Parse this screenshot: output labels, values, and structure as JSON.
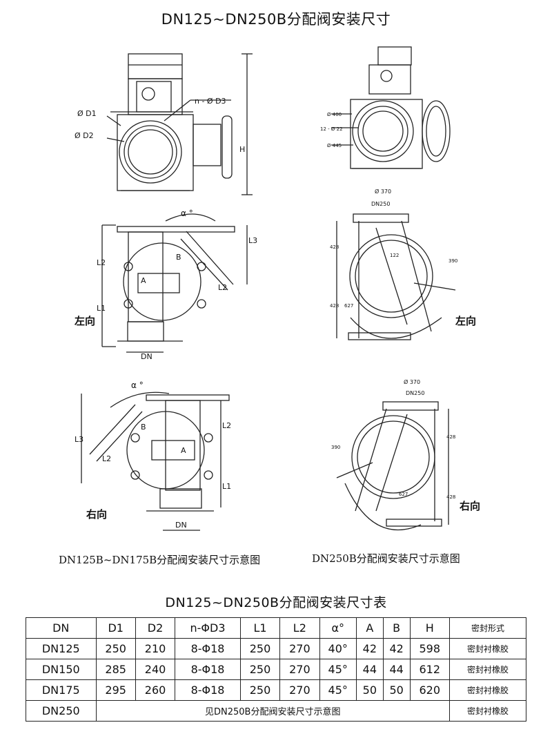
{
  "document": {
    "title": "DN125~DN250B分配阀安装尺寸",
    "caption_left": "DN125B~DN175B分配阀安装尺寸示意图",
    "caption_right": "DN250B分配阀安装尺寸示意图",
    "labels": {
      "left_dir_1": "左向",
      "left_dir_2": "左向",
      "right_dir_1": "右向",
      "right_dir_2": "右向",
      "phi_d1": "Ø D1",
      "phi_d2": "Ø D2",
      "n_d3": "n - Ø D3",
      "H": "H",
      "alpha_1": "α °",
      "alpha_2": "α °",
      "L1a": "L1",
      "L2a": "L2",
      "L3a": "L3",
      "L1b": "L1",
      "L2b": "L2",
      "L3b": "L3",
      "A": "A",
      "B": "B",
      "DN_a": "DN",
      "DN_b": "DN",
      "phi400": "Ø 400",
      "bolts": "12 - Ø 22",
      "phi445": "Ø 445",
      "phi370_a": "Ø 370",
      "dn250_a": "DN250",
      "phi370_b": "Ø 370",
      "dn250_b": "DN250",
      "d428_1": "428",
      "d428_2": "428",
      "d627_1": "627",
      "d122": "122",
      "d390_1": "390",
      "d390_2": "390",
      "d428_3": "428",
      "d428_4": "428",
      "d627_2": "627"
    }
  },
  "table": {
    "title": "DN125~DN250B分配阀安装尺寸表",
    "headers": [
      "DN",
      "D1",
      "D2",
      "n-ΦD3",
      "L1",
      "L2",
      "α°",
      "A",
      "B",
      "H",
      "密封形式"
    ],
    "rows": [
      [
        "DN125",
        "250",
        "210",
        "8-Φ18",
        "250",
        "270",
        "40°",
        "42",
        "42",
        "598",
        "密封衬橡胶"
      ],
      [
        "DN150",
        "285",
        "240",
        "8-Φ18",
        "250",
        "270",
        "45°",
        "44",
        "44",
        "612",
        "密封衬橡胶"
      ],
      [
        "DN175",
        "295",
        "260",
        "8-Φ18",
        "250",
        "270",
        "45°",
        "50",
        "50",
        "620",
        "密封衬橡胶"
      ]
    ],
    "last_row": {
      "dn": "DN250",
      "note": "见DN250B分配阀安装尺寸示意图",
      "seal": "密封衬橡胶"
    }
  }
}
